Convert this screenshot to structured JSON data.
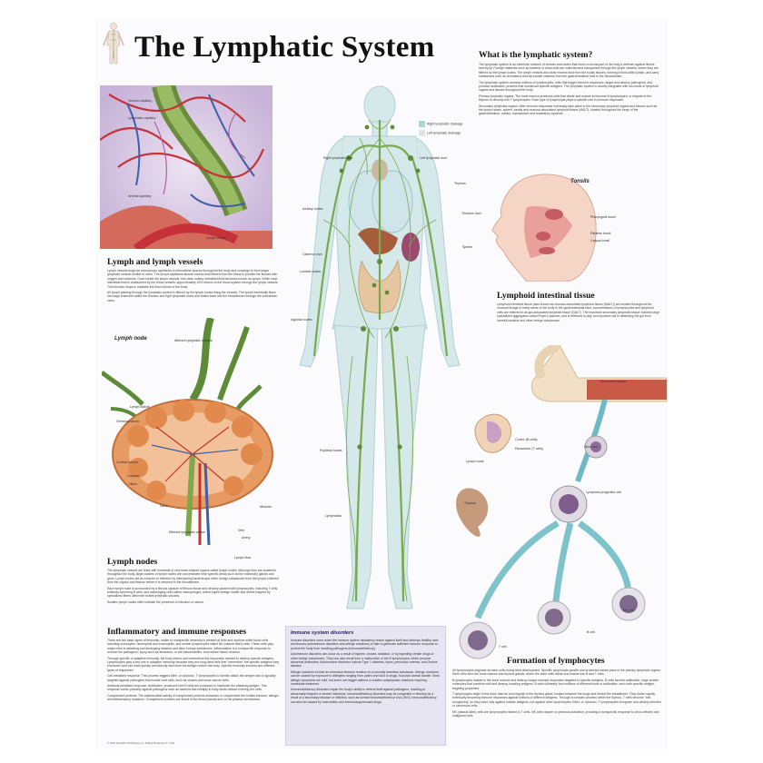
{
  "title": "The Lymphatic System",
  "colors": {
    "lymph": "#79a94e",
    "vein": "#3f5fa8",
    "artery": "#c2352d",
    "node": "#e79b63",
    "purple_panel": "#e6e5f1"
  },
  "legend": {
    "right": "Right lymphatic drainage",
    "left": "Left lymphatic drainage"
  },
  "figure_labels": {
    "right_lymphatic_duct": "Right lymphatic duct",
    "left_lymphatic_duct": "Left lymphatic duct",
    "thymus": "Thymus",
    "thoracic_duct": "Thoracic duct",
    "axillary_nodes": "Axillary nodes",
    "cisterna_chyli": "Cisterna chyli",
    "spleen": "Spleen",
    "lumbar_nodes": "Lumbar nodes",
    "inguinal_nodes": "Inguinal nodes",
    "popliteal_nodes": "Popliteal nodes",
    "lymphatics": "Lymphatics"
  },
  "vessels": {
    "heading": "Lymph and lymph vessels",
    "labels": {
      "venous": "Venous capillary",
      "lymph_cap": "Lymphatic capillary",
      "arterial": "Arterial capillary",
      "vessel": "Lymph vessel"
    },
    "p1": "Lymph vessels begin as microscopic capillaries in intercellular spaces throughout the body and converge to form larger lymphatic vessels similar to veins. The lymph capillaries absorb excess fluid filtered from the blood to provide the tissues with oxygen and nutrients. Once inside the lymph vessels, this clear, watery interstitial fluid becomes known as lymph. While most interstitial fluid is reabsorbed by the blood vessels, approximately 15% returns to the blood system through the lymph vessels. This function helps to maintain the fluid volume of the body.",
    "p2": "All lymph passing through the lymphatic system is filtered by the lymph nodes lining the vessels. The lymph eventually flows into large channels called the thoracic and right lymphatic ducts and drains back into the bloodstream through the subclavian veins."
  },
  "node": {
    "title": "Lymph node",
    "heading": "Lymph nodes",
    "labels": {
      "afferent": "Afferent lymphatic vessels",
      "follicle": "Lymph follicle",
      "germinal": "Germinal center",
      "capsule": "Capsule",
      "cortical": "Cortical nodule",
      "hilum": "Hilum",
      "valve": "Valve",
      "efferent": "Efferent lymphatic vessel",
      "medulla": "Medulla",
      "vein": "Vein",
      "artery": "Artery",
      "flow": "Lymph flow"
    },
    "p1": "The lymphatic vessels are lined with hundreds of very bean-shaped organs called lymph nodes. Although they are scattered throughout the body, large clusters of lymph nodes are concentrated near specific areas such as the mammary glands and groin. Lymph nodes act as a barrier to infection by intercepting bacteria and other foreign substances from the lymph collected from the organs and tissues before it is returned to the bloodstream.",
    "p2": "Each lymph node is surrounded by a fibrous capsule of fibrous tissue and densely packed with lymphocytes, including T cells, antibody-secreting B cells, and scavenging cells called macrophages, which ingest foreign matter and debris trapped by specialized fibers within the nodes lymphatic sinuses.",
    "p3": "Swollen lymph nodes often indicate the presence of infection or cancer."
  },
  "what": {
    "heading": "What is the lymphatic system?",
    "p1": "The lymphatic system is an extensive network of vessels and nodes that forms a crucial part of the body's defense against illness and injury. Foreign materials such as bacteria or dead cells are collected and transported through the lymph vessels, where they are filtered by the lymph nodes. The lymph vessels also drain excess fluid from the bodily tissues, forming a fluid called lymph, and carry substances such as cholesterol and fat-soluble vitamins from the gastrointestinal tract to the bloodstream.",
    "p2": "The lymphatic system contains millions of lymphocytes, cells that trigger immune responses, target and destroy pathogens, and produce antibodies, proteins that counteract specific antigens. The lymphatic system is closely integrated with two kinds of lymphoid organs and tissues throughout the body.",
    "p3": "Primary lymphatic organs: The bone marrow produces cells that divide and mature to become B lymphocytes, or migrate to the thymus to develop into T lymphocytes. Each type of lymphocyte plays a specific role in immune responses.",
    "p4": "Secondary lymphatic organs: After immune responses eventually take place in the secondary lymphoid organs and tissues such as the lymph nodes, spleen, tonsils and mucosa-associated lymphoid tissue (MALT), located throughout the lungs of the gastrointestinal, urinary, reproductive and respiratory systems."
  },
  "tonsils": {
    "title": "Tonsils",
    "labels": {
      "pharyngeal": "Pharyngeal tonsil",
      "palatine": "Palatine tonsil",
      "lingual": "Lingual tonsil"
    }
  },
  "intestinal": {
    "heading": "Lymphoid intestinal tissue",
    "p1": "Lymphoid intestinal tissue (also known as mucosa-associated lymphoid tissue (MALT)) are located throughout the mucosal linings of many areas of the body in the gastrointestinal tract, concentrations of lymphocytes and lymphoid cells are referred to as gut-associated lymphoid tissue (GALT). The important secondary lymphatic tissue includes large specialized aggregates called Peyer's patches, and is believed to play an important role in defending the gut from harmful bacteria and other foreign substances."
  },
  "formation": {
    "heading": "Formation of lymphocytes",
    "labels": {
      "marrow": "Red bone marrow",
      "stem": "Stem cell",
      "progenitor": "Lymphoid progenitor cell",
      "node": "Lymph node",
      "cortex": "Cortex (B cells)",
      "paracortex": "Paracortex (T cells)",
      "thymus": "Thymus",
      "t_cell": "T cell",
      "b_cell": "B cell",
      "nk_cell": "NK cell"
    },
    "p1": "All lymphocytes originate as stem cells during fetal development. Specific lymphocyte growth and production takes place in the primary lymphatic organs: Stem cells form the bone marrow and thymus glands, where the stem cells divide and mature into B and T cells.",
    "p2": "B lymphocytes mature in the bone marrow and destroy unique immune responses targeted to specific antigens. B cells secrete antibodies, large protein molecules that combine with and destroy invading antigens. B cells ultimately form millions of different kinds of antibodies, each with specific antigen-targeting properties.",
    "p3": "T lymphocytes begin in the bone marrow and migrate to the thymus gland, located between the lungs and behind the breastbone. They divide rapidly, eventually becoming immune responses against millions of different antigens. Through a complex process within the thymus, T cells become \"self-recognizing\" so they react only against outside antigens, not against other lymphocytes. Killer, or cytotoxic, T lymphocytes recognize and destroy infected or cancerous cells.",
    "p4": "NK (natural killer) cells are lymphocytes related to T cells. NK cells require no previous activation, providing a nonspecific response to virus-infected and malignant cells."
  },
  "inflammatory": {
    "heading": "Inflammatory and immune responses",
    "p1": "There are two basic types of immunity: innate or nonspecific immunity is present at birth and involves white blood cells including monocytes, neutrophils and eosinophils, and certain lymphocytes called NK (natural killer) cells. These cells play major roles in attacking and destroying bacteria and other foreign substances. Inflammation is a nonspecific response to remove the pathogens, injury such as abrasions, or cell abnormalities, and restore tissue function.",
    "p2": "Through specific or adaptive immunity, the body learns and remembers the responses needed to destroy specific antigens. Lymphocytes play a key role in adaptive immunity because they are long-lived cells that \"remember\" the specific antigens they encounter and can react quickly and directly each time the antigen enters the body. Specific immunity involves two different types of responses:",
    "p3": "Cell-mediated response: This process triggers killer, or cytotoxic, T lymphocytes to directly attack the antigen and is typically targeted against pathogens that invade host cells, such as viruses and some cancer cells.",
    "p4": "Antibody-mediated response: Antibodies, produced from B cells are produced to inactivate the attacking antigen. This response works primarily against pathogens such as bacteria that multiply in body fluids without entering the cells.",
    "p5": "Complement proteins: The antimicrobial activity of complement proteins enhances or complement the bodies immune, allergic, and inflammatory reactions. Complement proteins are found in the blood plasma and on the plasma membranes."
  },
  "disorders": {
    "heading": "Immune system disorders",
    "p1": "Immune disorders occur when the immune system mistakenly reacts against itself and destroys healthy cells and tissues (autoimmune disorders and allergic reactions) or fails to generate sufficient immune response to protect the body from invading pathogens (immunodeficiency).",
    "p2": "Autoimmune disorders can occur as a result of injuries, viruses, radiation, or by ingesting certain drugs or other foreign substances. They can also result from a malfunction of the B lymphocytes, which produce abnormal antibodies. Autoimmune disorders include Type 1 diabetes, lupus, pernicious anemia, and Graves' disease.",
    "p3": "Allergic reactions involve an excessive immune reaction to a normally harmless substance. Allergic reactions can be caused by exposure to allergens ranging from pollen and dust to drugs, food and animal dander. Most allergic symptoms are mild, but some can trigger asthma or sudden anaphylactic reactions requiring immediate treatment.",
    "p4": "Immunodeficiency disorders impair the body's ability to defend itself against pathogens, resulting in abnormally frequent or severe infections. Immunodeficiency disorders may be congenital or develop as a result of a secondary disease or infection, such as human immunodeficiency virus (HIV). Immunodeficiency can also be caused by malnutrition and immunosuppressant drugs."
  },
  "copyright": "© 2010 Scientific Publishing Ltd., Rolling Meadows, IL, USA"
}
